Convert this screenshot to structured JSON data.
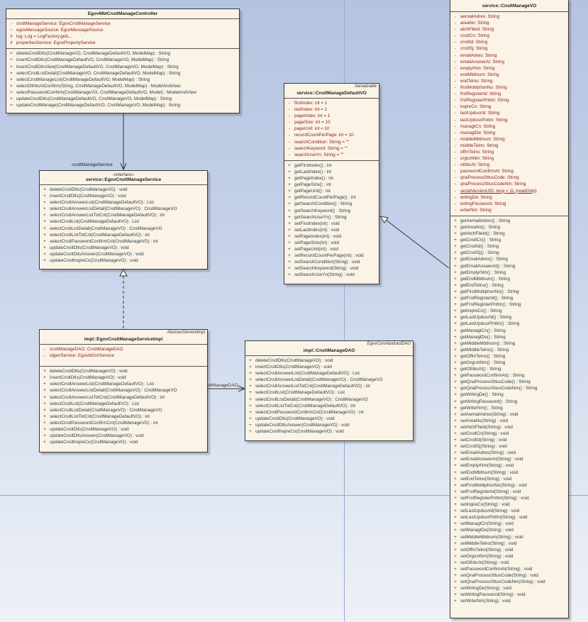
{
  "diagram": {
    "classes": {
      "controller": {
        "name": "EgovMblCnsltManageController",
        "attributes": [
          {
            "vis": "-",
            "text": "cnsltManageService:  EgovCnsltManageService"
          },
          {
            "vis": "~",
            "text": "egovMessageSource:  EgovMessageSource"
          },
          {
            "vis": "#",
            "text": "log:  Log = LogFactory.getL..."
          },
          {
            "vis": "#",
            "text": "propertiesService:  EgovPropertyService"
          }
        ],
        "operations": [
          {
            "vis": "+",
            "text": "deleteCnsltDtls(CnsltManageVO, CnsltManageDefaultVO, ModelMap) : String"
          },
          {
            "vis": "+",
            "text": "insertCnsltDtls(CnsltManageDefaultVO, CnsltManageVO, ModelMap) : String"
          },
          {
            "vis": "+",
            "text": "insertCnsltDtlsView(CnsltManageDefaultVO, CnsltManageVO, ModelMap) : String"
          },
          {
            "vis": "+",
            "text": "selectCnsltListDetail(CnsltManageVO, CnsltManageDefaultVO, ModelMap) : String"
          },
          {
            "vis": "+",
            "text": "selectCnsltManageList(CnsltManageDefaultVO, ModelMap) : String"
          },
          {
            "vis": "+",
            "text": "selectOthbcAtConfirm(String, CnsltManageDefaultVO, ModelMap) : ModelAndView"
          },
          {
            "vis": "+",
            "text": "selectPasswordConfirm(CnsltManageVO, CnsltManageDefaultVO, Model) : ModelAndView"
          },
          {
            "vis": "+",
            "text": "updateCnsltDtls(CnsltManageDefaultVO, CnsltManageVO, ModelMap) : String"
          },
          {
            "vis": "+",
            "text": "updateCnsltManage(CnsltManageDefaultVO, CnsltManageVO, ModelMap) : String"
          }
        ]
      },
      "service": {
        "stereotype": "«interface»",
        "name": "service::EgovCnsltManageService",
        "operations": [
          {
            "vis": "+",
            "text": "deleteCnsltDtls(CnsltManageVO) : void"
          },
          {
            "vis": "+",
            "text": "insertCnsltDtls(CnsltManageVO) : void"
          },
          {
            "vis": "+",
            "text": "selectCnsltAnswerList(CnsltManageDefaultVO) : List"
          },
          {
            "vis": "+",
            "text": "selectCnsltAnswerListDetail(CnsltManageVO) : CnsltManageVO"
          },
          {
            "vis": "+",
            "text": "selectCnsltAnswerListTotCnt(CnsltManageDefaultVO) : int"
          },
          {
            "vis": "+",
            "text": "selectCnsltList(CnsltManageDefaultVO) : List"
          },
          {
            "vis": "+",
            "text": "selectCnsltListDetail(CnsltManageVO) : CnsltManageVO"
          },
          {
            "vis": "+",
            "text": "selectCnsltListTotCnt(CnsltManageDefaultVO) : int"
          },
          {
            "vis": "+",
            "text": "selectCnsltPasswordConfirmCnt(CnsltManageVO) : int"
          },
          {
            "vis": "+",
            "text": "updateCnsltDtls(CnsltManageVO) : void"
          },
          {
            "vis": "+",
            "text": "updateCnsltDtlsAnswer(CnsltManageVO) : void"
          },
          {
            "vis": "+",
            "text": "updateCnsltInqireCo(CnsltManageVO) : void"
          }
        ]
      },
      "serviceImpl": {
        "superclass": "AbstractServiceImpl",
        "name": "impl::EgovCnsltManageServiceImpl",
        "attributes": [
          {
            "vis": "-",
            "text": "cnsltManageDAO:  CnsltManageDAO"
          },
          {
            "vis": "-",
            "text": "idgenService:  EgovIdGnrService"
          }
        ],
        "operations": [
          {
            "vis": "+",
            "text": "deleteCnsltDtls(CnsltManageVO) : void"
          },
          {
            "vis": "+",
            "text": "insertCnsltDtls(CnsltManageVO) : void"
          },
          {
            "vis": "+",
            "text": "selectCnsltAnswerList(CnsltManageDefaultVO) : List"
          },
          {
            "vis": "+",
            "text": "selectCnsltAnswerListDetail(CnsltManageVO) : CnsltManageVO"
          },
          {
            "vis": "+",
            "text": "selectCnsltAnswerListTotCnt(CnsltManageDefaultVO) : int"
          },
          {
            "vis": "+",
            "text": "selectCnsltList(CnsltManageDefaultVO) : List"
          },
          {
            "vis": "+",
            "text": "selectCnsltListDetail(CnsltManageVO) : CnsltManageVO"
          },
          {
            "vis": "+",
            "text": "selectCnsltListTotCnt(CnsltManageDefaultVO) : int"
          },
          {
            "vis": "+",
            "text": "selectCnsltPasswordConfirmCnt(CnsltManageVO) : int"
          },
          {
            "vis": "+",
            "text": "updateCnsltDtls(CnsltManageVO) : void"
          },
          {
            "vis": "+",
            "text": "updateCnsltDtlsAnswer(CnsltManageVO) : void"
          },
          {
            "vis": "+",
            "text": "updateCnsltInqireCo(CnsltManageVO) : void"
          }
        ]
      },
      "dao": {
        "superclass": "EgovComAbstractDAO",
        "name": "impl::CnsltManageDAO",
        "operations": [
          {
            "vis": "+",
            "text": "deleteCnsltDtls(CnsltManageVO) : void"
          },
          {
            "vis": "+",
            "text": "insertCnsltDtls(CnsltManageVO) : void"
          },
          {
            "vis": "+",
            "text": "selectCnsltAnswerList(CnsltManageDefaultVO) : List"
          },
          {
            "vis": "+",
            "text": "selectCnsltAnswerListDetail(CnsltManageVO) : CnsltManageVO"
          },
          {
            "vis": "+",
            "text": "selectCnsltAnswerListTotCnt(CnsltManageDefaultVO) : int"
          },
          {
            "vis": "+",
            "text": "selectCnsltList(CnsltManageDefaultVO) : List"
          },
          {
            "vis": "+",
            "text": "selectCnsltListDetail(CnsltManageVO) : CnsltManageVO"
          },
          {
            "vis": "+",
            "text": "selectCnsltListTotCnt(CnsltManageDefaultVO) : int"
          },
          {
            "vis": "+",
            "text": "selectCnsltPasswordConfirmCnt(CnsltManageVO) : int"
          },
          {
            "vis": "+",
            "text": "updateCnsltDtls(CnsltManageVO) : void"
          },
          {
            "vis": "+",
            "text": "updateCnsltDtlsAnswer(CnsltManageVO) : void"
          },
          {
            "vis": "+",
            "text": "updateCnsltInqireCo(CnsltManageVO) : void"
          }
        ]
      },
      "defaultVO": {
        "superclass": "Serializable",
        "name": "service::CnsltManageDefaultVO",
        "attributes": [
          {
            "vis": "-",
            "text": "firstIndex:  int = 1"
          },
          {
            "vis": "-",
            "text": "lastIndex:  int = 1"
          },
          {
            "vis": "-",
            "text": "pageIndex:  int = 1"
          },
          {
            "vis": "-",
            "text": "pageSize:  int = 10"
          },
          {
            "vis": "-",
            "text": "pageUnit:  int = 10"
          },
          {
            "vis": "-",
            "text": "recordCountPerPage:  int = 10"
          },
          {
            "vis": "-",
            "text": "searchCondition:  String = \"\""
          },
          {
            "vis": "-",
            "text": "searchKeyword:  String = \"\""
          },
          {
            "vis": "-",
            "text": "searchUseYn:  String = \"\""
          }
        ],
        "operations": [
          {
            "vis": "+",
            "text": "getFirstIndex() : int"
          },
          {
            "vis": "+",
            "text": "getLastIndex() : int"
          },
          {
            "vis": "+",
            "text": "getPageIndex() : int"
          },
          {
            "vis": "+",
            "text": "getPageSize() : int"
          },
          {
            "vis": "+",
            "text": "getPageUnit() : int"
          },
          {
            "vis": "+",
            "text": "getRecordCountPerPage() : int"
          },
          {
            "vis": "+",
            "text": "getSearchCondition() : String"
          },
          {
            "vis": "+",
            "text": "getSearchKeyword() : String"
          },
          {
            "vis": "+",
            "text": "getSearchUseYn() : String"
          },
          {
            "vis": "+",
            "text": "setFirstIndex(int) : void"
          },
          {
            "vis": "+",
            "text": "setLastIndex(int) : void"
          },
          {
            "vis": "+",
            "text": "setPageIndex(int) : void"
          },
          {
            "vis": "+",
            "text": "setPageSize(int) : void"
          },
          {
            "vis": "+",
            "text": "setPageUnit(int) : void"
          },
          {
            "vis": "+",
            "text": "setRecordCountPerPage(int) : void"
          },
          {
            "vis": "+",
            "text": "setSearchCondition(String) : void"
          },
          {
            "vis": "+",
            "text": "setSearchKeyword(String) : void"
          },
          {
            "vis": "+",
            "text": "setSearchUseYn(String) : void"
          }
        ]
      },
      "vo": {
        "name": "service::CnsltManageVO",
        "attributes": [
          {
            "vis": "-",
            "text": "aemailAdres:  String"
          },
          {
            "vis": "-",
            "text": "areaNo:  String"
          },
          {
            "vis": "-",
            "text": "atchFileId:  String"
          },
          {
            "vis": "-",
            "text": "cnsltCn:  String"
          },
          {
            "vis": "-",
            "text": "cnsltId:  String"
          },
          {
            "vis": "-",
            "text": "cnsltSj:  String"
          },
          {
            "vis": "-",
            "text": "emailAdres:  String"
          },
          {
            "vis": "-",
            "text": "emailAnswerAt:  String"
          },
          {
            "vis": "-",
            "text": "emplyrNm:  String"
          },
          {
            "vis": "-",
            "text": "endMbtlnum:  String"
          },
          {
            "vis": "-",
            "text": "endTelno:  String"
          },
          {
            "vis": "-",
            "text": "firstMoblphonNo:  String"
          },
          {
            "vis": "-",
            "text": "frstRegisterId:  String"
          },
          {
            "vis": "-",
            "text": "frstRegisterPnttm:  String"
          },
          {
            "vis": "-",
            "text": "inqireCo:  String"
          },
          {
            "vis": "-",
            "text": "lastUpdusrId:  String"
          },
          {
            "vis": "-",
            "text": "lastUpdusrPnttm:  String"
          },
          {
            "vis": "-",
            "text": "managtCn:  String"
          },
          {
            "vis": "-",
            "text": "managtDe:  String"
          },
          {
            "vis": "-",
            "text": "middleMbtlnum:  String"
          },
          {
            "vis": "-",
            "text": "middleTelno:  String"
          },
          {
            "vis": "-",
            "text": "offmTelno:  String"
          },
          {
            "vis": "-",
            "text": "orgnztNm:  String"
          },
          {
            "vis": "-",
            "text": "othbcAt:  String"
          },
          {
            "vis": "-",
            "text": "passwordConfirmAt:  String"
          },
          {
            "vis": "-",
            "text": "qnaProcessSttusCode:  String"
          },
          {
            "vis": "-",
            "text": "qnaProcessSttusCodeNm:  String"
          },
          {
            "vis": "-",
            "text": "serialVersionUID:  long = 1L {readOnly}",
            "static": true
          },
          {
            "vis": "-",
            "text": "writngDe:  String"
          },
          {
            "vis": "-",
            "text": "writngPassword:  String"
          },
          {
            "vis": "-",
            "text": "wrterNm:  String"
          }
        ],
        "operations": [
          {
            "vis": "+",
            "text": "getAemailAdres() : String"
          },
          {
            "vis": "+",
            "text": "getAreaNo() : String"
          },
          {
            "vis": "+",
            "text": "getAtchFileId() : String"
          },
          {
            "vis": "+",
            "text": "getCnsltCn() : String"
          },
          {
            "vis": "+",
            "text": "getCnsltId() : String"
          },
          {
            "vis": "+",
            "text": "getCnsltSj() : String"
          },
          {
            "vis": "+",
            "text": "getEmailAdres() : String"
          },
          {
            "vis": "+",
            "text": "getEmailAnswerAt() : String"
          },
          {
            "vis": "+",
            "text": "getEmplyrNm() : String"
          },
          {
            "vis": "+",
            "text": "getEndMbtlnum() : String"
          },
          {
            "vis": "+",
            "text": "getEndTelno() : String"
          },
          {
            "vis": "+",
            "text": "getFirstMoblphonNo() : String"
          },
          {
            "vis": "+",
            "text": "getFrstRegisterId() : String"
          },
          {
            "vis": "+",
            "text": "getFrstRegisterPnttm() : String"
          },
          {
            "vis": "+",
            "text": "getInqireCo() : String"
          },
          {
            "vis": "+",
            "text": "getLastUpdusrId() : String"
          },
          {
            "vis": "+",
            "text": "getLastUpdusrPnttm() : String"
          },
          {
            "vis": "+",
            "text": "getManagtCn() : String"
          },
          {
            "vis": "+",
            "text": "getManagtDe() : String"
          },
          {
            "vis": "+",
            "text": "getMiddleMbtlnum() : String"
          },
          {
            "vis": "+",
            "text": "getMiddleTelno() : String"
          },
          {
            "vis": "+",
            "text": "getOffmTelno() : String"
          },
          {
            "vis": "+",
            "text": "getOrgnztNm() : String"
          },
          {
            "vis": "+",
            "text": "getOthbcAt() : String"
          },
          {
            "vis": "+",
            "text": "getPasswordConfirmAt() : String"
          },
          {
            "vis": "+",
            "text": "getQnaProcessSttusCode() : String"
          },
          {
            "vis": "+",
            "text": "getQnaProcessSttusCodeNm() : String"
          },
          {
            "vis": "+",
            "text": "getWritngDe() : String"
          },
          {
            "vis": "+",
            "text": "getWritngPassword() : String"
          },
          {
            "vis": "+",
            "text": "getWrterNm() : String"
          },
          {
            "vis": "+",
            "text": "setAemailAdres(String) : void"
          },
          {
            "vis": "+",
            "text": "setAreaNo(String) : void"
          },
          {
            "vis": "+",
            "text": "setAtchFileId(String) : void"
          },
          {
            "vis": "+",
            "text": "setCnsltCn(String) : void"
          },
          {
            "vis": "+",
            "text": "setCnsltId(String) : void"
          },
          {
            "vis": "+",
            "text": "setCnsltSj(String) : void"
          },
          {
            "vis": "+",
            "text": "setEmailAdres(String) : void"
          },
          {
            "vis": "+",
            "text": "setEmailAnswerAt(String) : void"
          },
          {
            "vis": "+",
            "text": "setEmplyrNm(String) : void"
          },
          {
            "vis": "+",
            "text": "setEndMbtlnum(String) : void"
          },
          {
            "vis": "+",
            "text": "setEndTelno(String) : void"
          },
          {
            "vis": "+",
            "text": "setFirstMoblphonNo(String) : void"
          },
          {
            "vis": "+",
            "text": "setFrstRegisterId(String) : void"
          },
          {
            "vis": "+",
            "text": "setFrstRegisterPnttm(String) : void"
          },
          {
            "vis": "+",
            "text": "setInqireCo(String) : void"
          },
          {
            "vis": "+",
            "text": "setLastUpdusrId(String) : void"
          },
          {
            "vis": "+",
            "text": "setLastUpdusrPnttm(String) : void"
          },
          {
            "vis": "+",
            "text": "setManagtCn(String) : void"
          },
          {
            "vis": "+",
            "text": "setManagtDe(String) : void"
          },
          {
            "vis": "+",
            "text": "setMiddleMbtlnum(String) : void"
          },
          {
            "vis": "+",
            "text": "setMiddleTelno(String) : void"
          },
          {
            "vis": "+",
            "text": "setOffmTelno(String) : void"
          },
          {
            "vis": "+",
            "text": "setOrgnztNm(String) : void"
          },
          {
            "vis": "+",
            "text": "setOthbcAt(String) : void"
          },
          {
            "vis": "+",
            "text": "setPasswordConfirmAt(String) : void"
          },
          {
            "vis": "+",
            "text": "setQnaProcessSttusCode(String) : void"
          },
          {
            "vis": "+",
            "text": "setQnaProcessSttusCodeNm(String) : void"
          },
          {
            "vis": "+",
            "text": "setWritngDe(String) : void"
          },
          {
            "vis": "+",
            "text": "setWritngPassword(String) : void"
          },
          {
            "vis": "+",
            "text": "setWrterNm(String) : void"
          }
        ]
      }
    },
    "connectors": {
      "controller_to_service": "-cnsltManageService",
      "impl_to_dao": "-cnsltManageDAO"
    }
  }
}
